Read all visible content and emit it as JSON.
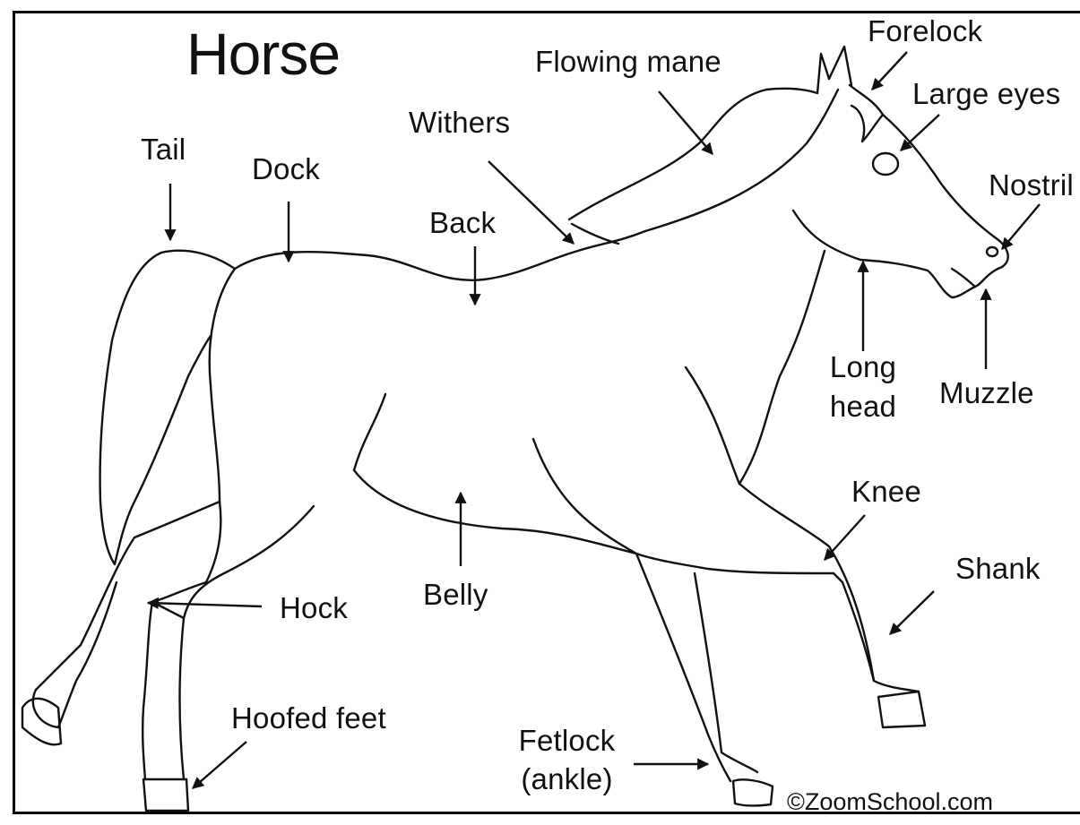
{
  "title": "Horse",
  "credit": "©ZoomSchool.com",
  "labels": {
    "forelock": "Forelock",
    "flowing_mane": "Flowing mane",
    "large_eyes": "Large eyes",
    "withers": "Withers",
    "tail": "Tail",
    "dock": "Dock",
    "nostril": "Nostril",
    "back": "Back",
    "long_head_line1": "Long",
    "long_head_line2": "head",
    "muzzle": "Muzzle",
    "knee": "Knee",
    "shank": "Shank",
    "hock": "Hock",
    "belly": "Belly",
    "hoofed_feet": "Hoofed feet",
    "fetlock_line1": "Fetlock",
    "fetlock_line2": "(ankle)"
  }
}
